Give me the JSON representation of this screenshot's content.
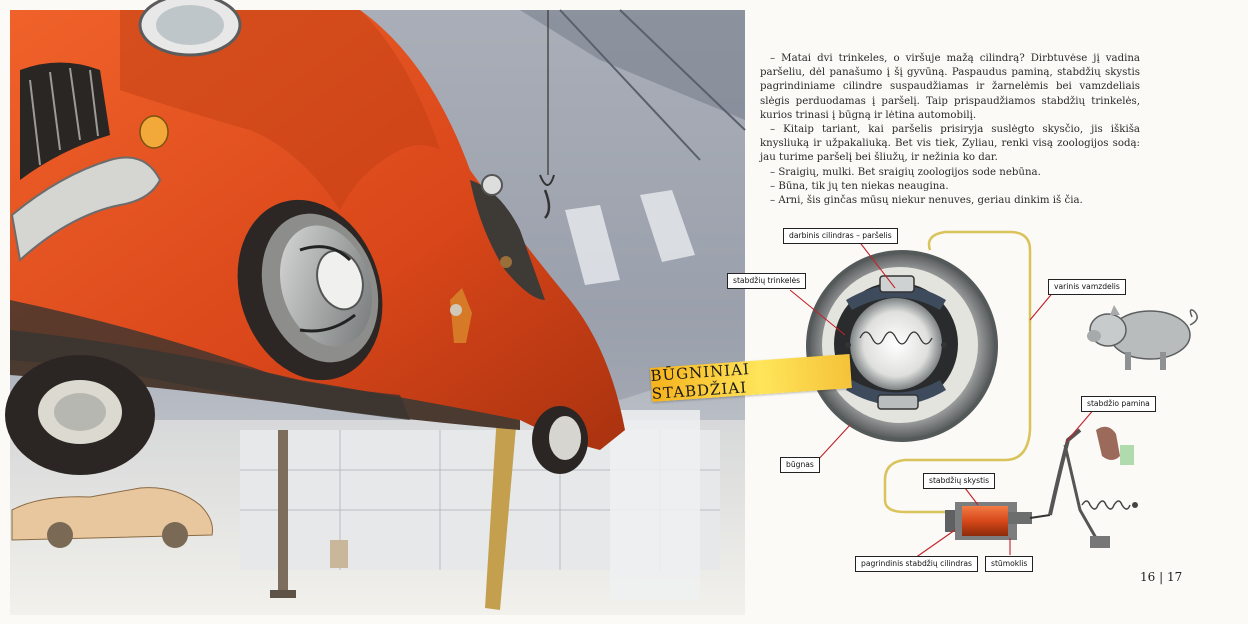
{
  "body_text": [
    "– Matai dvi trinkeles, o viršuje mažą cilindrą? Dirbtuvėse jį vadina paršeliu, dėl panašumo į šį gyvūną. Paspaudus paminą, stabdžių skystis pagrindinia­me cilindre suspaudžiamas ir žarnelėmis bei vamzdeliais slėgis perduodamas į paršelį. Taip prispaudžiamos stabdžių trinkelės, kurios trinasi į būgną ir lėtina automobilį.",
    "– Kitaip tariant, kai paršelis prisiryja suslėgto skysčio, jis iškiša knysliuką ir užpakaliuką. Bet vis tiek, Zyliau, renki visą zoologijos sodą: jau turime paršelį bei šliužų, ir nežinia ko dar.",
    "– Sraigių, mulki. Bet sraigių zoologijos sode nebūna.",
    "– Būna, tik jų ten niekas neaugina.",
    "– Arni, šis ginčas mūsų niekur nenuves, geriau dinkim iš čia."
  ],
  "banner": "BŪGNINIAI STABDŽIAI",
  "labels": {
    "darbinis": "darbinis cilindras – paršelis",
    "trinkeles": "stabdžių trinkelės",
    "vamzdelis": "varinis vamzdelis",
    "pamina": "stabdžio pamina",
    "bugnas": "būgnas",
    "skystis": "stabdžių skystis",
    "pagrindinis": "pagrindinis stabdžių cilindras",
    "stumoklis": "stūmoklis"
  },
  "page_numbers": "16 | 17",
  "colors": {
    "car_body": "#e0501c",
    "banner": "#f7c52d",
    "fluid": "#e0481b",
    "pipe": "#d9c35a",
    "paper": "#fbfaf6"
  }
}
